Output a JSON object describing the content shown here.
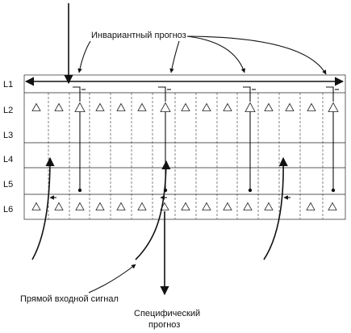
{
  "labels": {
    "invariant": "Инвариантный прогноз",
    "direct_input": "Прямой входной сигнал",
    "specific_line1": "Специфический",
    "specific_line2": "прогноз"
  },
  "layers": [
    "L1",
    "L2",
    "L3",
    "L4",
    "L5",
    "L6"
  ]
}
